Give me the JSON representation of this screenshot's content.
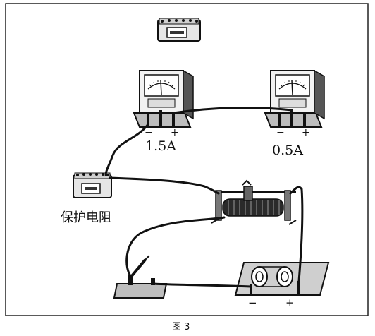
{
  "ammeter_left": {
    "minus_sign": "−",
    "plus_sign": "+",
    "range_label": "1.5A"
  },
  "ammeter_right": {
    "minus_sign": "−",
    "plus_sign": "+",
    "range_label": "0.5A"
  },
  "protective_resistor": {
    "label": "保护电阻"
  },
  "battery": {
    "minus_sign": "−",
    "plus_sign": "+"
  },
  "figure": {
    "caption": "图 3"
  },
  "colors": {
    "ink": "#111111",
    "paper": "#ffffff",
    "device_fill": "#e9e9e9",
    "dark_fill": "#2a2a2a"
  }
}
